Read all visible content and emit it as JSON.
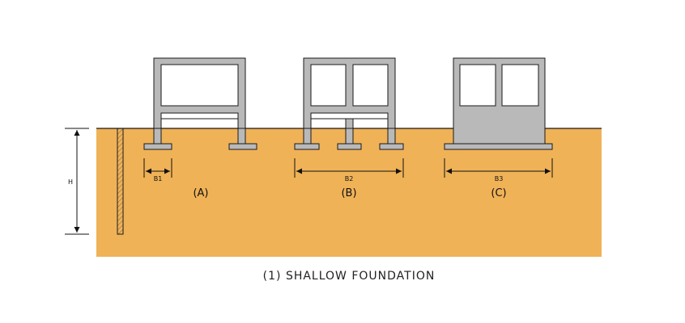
{
  "caption": "(1) SHALLOW FOUNDATION",
  "depth_label": "H",
  "colors": {
    "soil": "#f0b257",
    "frame": "#b9b9b9",
    "outline": "#1a1a1a",
    "background": "#ffffff"
  },
  "cases": [
    {
      "label": "(A)",
      "width_label": "B1"
    },
    {
      "label": "(B)",
      "width_label": "B2"
    },
    {
      "label": "(C)",
      "width_label": "B3"
    }
  ]
}
